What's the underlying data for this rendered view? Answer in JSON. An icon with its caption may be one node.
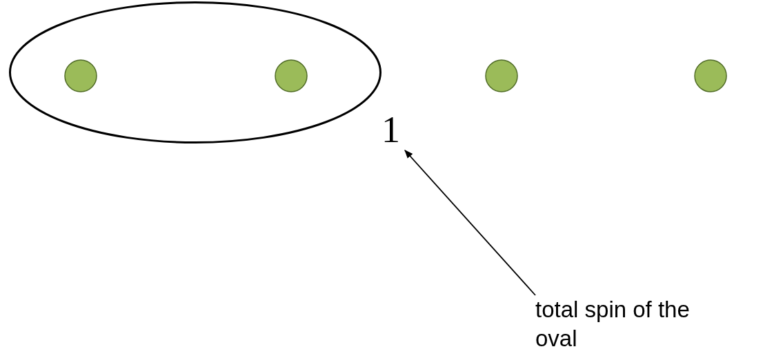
{
  "diagram": {
    "nodes": [
      {
        "text": [],
        "shape": "ellipse"
      },
      {
        "text": [],
        "shape": "circle",
        "in": 0
      },
      {
        "text": [],
        "shape": "circle",
        "in": 0
      },
      {
        "text": [],
        "shape": "circle"
      },
      {
        "text": [],
        "shape": "circle"
      },
      {
        "text": [
          "1"
        ]
      },
      {
        "text": [
          "total spin of the oval"
        ]
      }
    ],
    "edges": [
      {
        "from": 6,
        "to": 5,
        "arrow": "to"
      }
    ]
  }
}
